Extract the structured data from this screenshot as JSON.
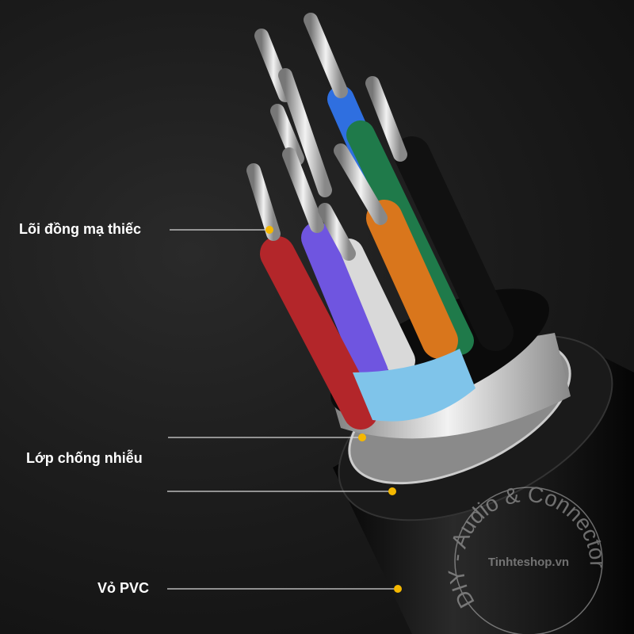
{
  "callouts": [
    {
      "label": "Lõi đồng mạ thiếc"
    },
    {
      "label": "Lớp chống nhiễu"
    },
    {
      "label": "Vỏ PVC"
    }
  ],
  "watermark": {
    "ring_text": "DIY - Audio & Connector",
    "center_text": "Tinhteshop.vn"
  },
  "colors": {
    "dot": "#f5b800",
    "line": "#d8d8d8",
    "wire_red": "#b3262a",
    "wire_purple": "#6f55e0",
    "wire_white": "#d9d9d9",
    "wire_orange": "#d9761c",
    "wire_black": "#111111",
    "wire_green": "#1f7a4a",
    "wire_blue": "#2f6fe0",
    "foil": "#7fc4ea"
  }
}
